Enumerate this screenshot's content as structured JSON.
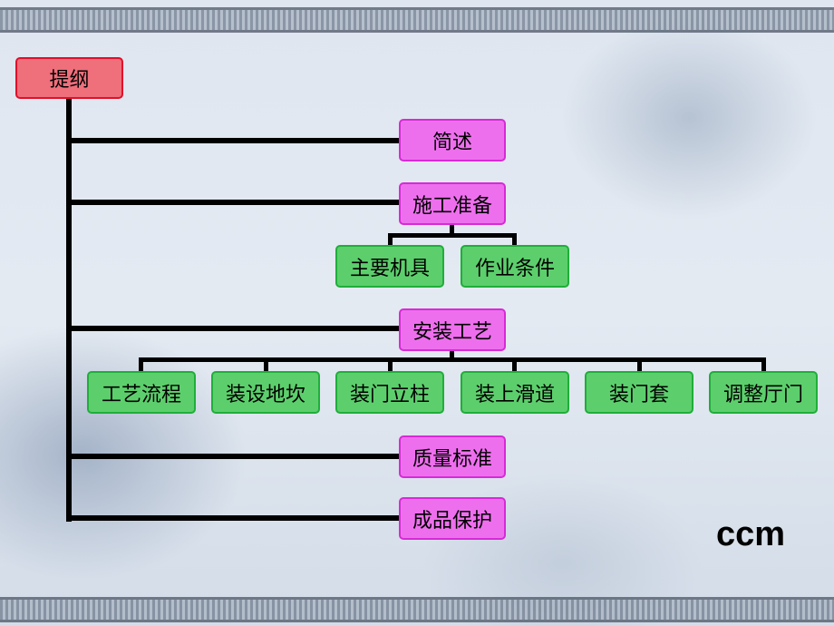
{
  "root": {
    "label": "提纲"
  },
  "sections": [
    {
      "label": "简述"
    },
    {
      "label": "施工准备",
      "children": [
        {
          "label": "主要机具"
        },
        {
          "label": "作业条件"
        }
      ]
    },
    {
      "label": "安装工艺",
      "children": [
        {
          "label": "工艺流程"
        },
        {
          "label": "装设地坎"
        },
        {
          "label": "装门立柱"
        },
        {
          "label": "装上滑道"
        },
        {
          "label": "装门套"
        },
        {
          "label": "调整厅门"
        }
      ]
    },
    {
      "label": "质量标准"
    },
    {
      "label": "成品保护"
    }
  ],
  "watermark": "ccm",
  "colors": {
    "root_fill": "#ef6f7b",
    "root_border": "#e0102a",
    "section_fill": "#ee6fee",
    "section_border": "#d62bd6",
    "leaf_fill": "#5ccf6c",
    "leaf_border": "#1fae3a",
    "connector": "#000000"
  }
}
